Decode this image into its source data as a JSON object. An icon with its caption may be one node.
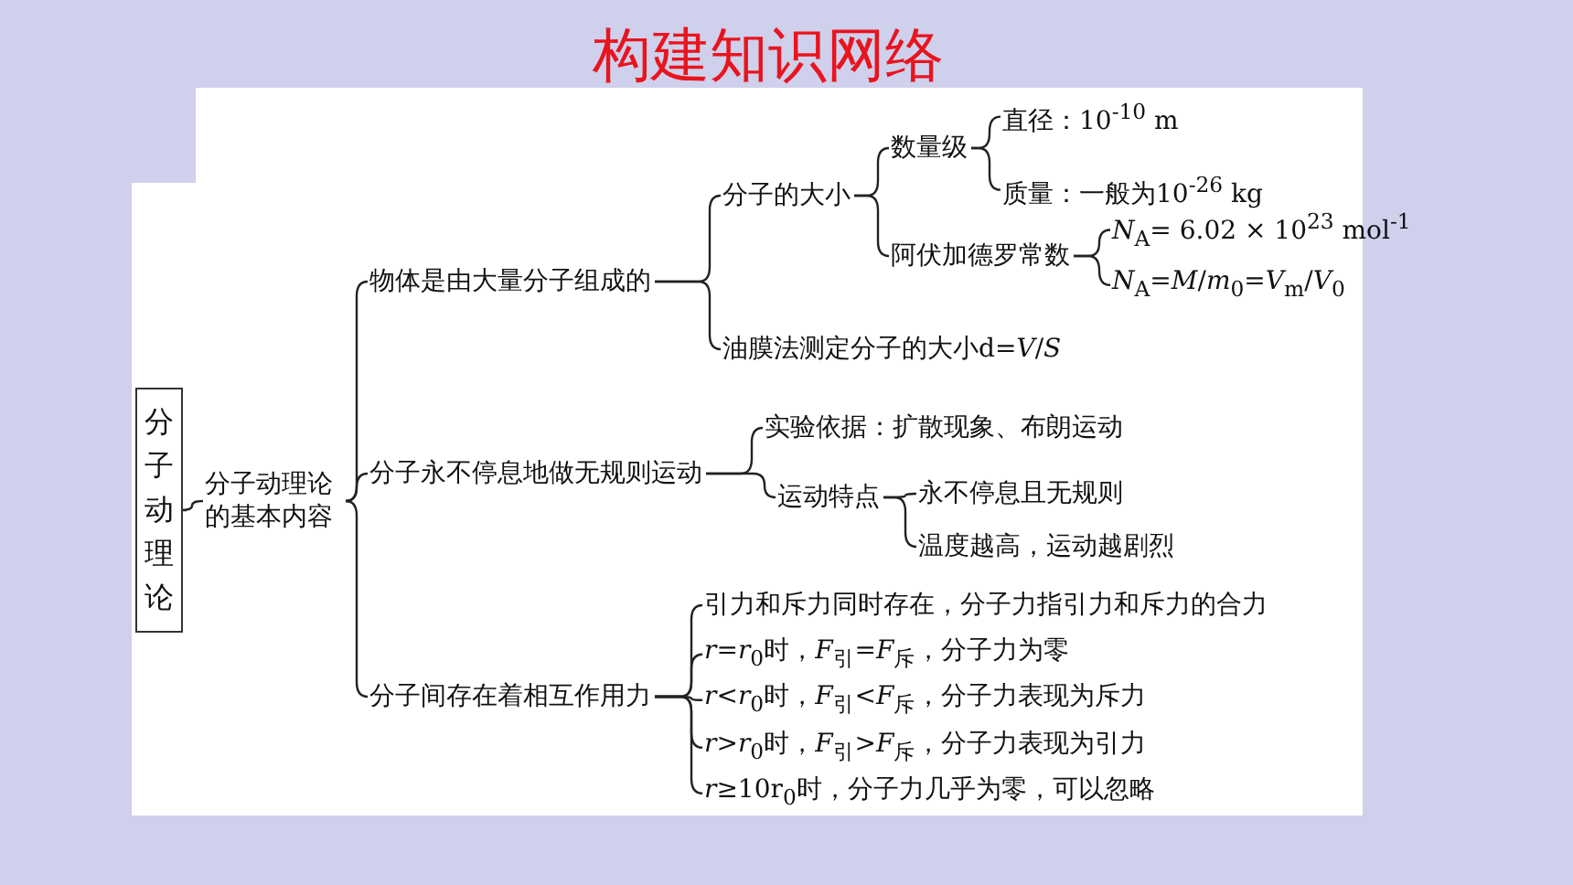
{
  "diagram": {
    "title": "构建知识网络",
    "nodes": [
      {
        "text": [
          "分子动理论"
        ]
      },
      {
        "text": [
          "分子动理论的基本内容"
        ]
      },
      {
        "text": [
          "物体是由大量分子组成的"
        ]
      },
      {
        "text": [
          "分子的大小"
        ]
      },
      {
        "text": [
          "数量级"
        ]
      },
      {
        "text": [
          "直径：10$^{-10}$ m"
        ]
      },
      {
        "text": [
          "质量：一般为10$^{-26}$ kg"
        ]
      },
      {
        "text": [
          "阿伏加德罗常数"
        ]
      },
      {
        "text": [
          "*N*$_{A}$= 6.02 × 10$^{23}$ mol$^{-1}$"
        ]
      },
      {
        "text": [
          "*N*$_{A}$=*M*/*m*$_{0}$=*V*$_{m}$/*V*$_{0}$"
        ]
      },
      {
        "text": [
          "油膜法测定分子的大小d=*V*/*S*"
        ]
      },
      {
        "text": [
          "分子永不停息地做无规则运动"
        ]
      },
      {
        "text": [
          "实验依据：扩散现象、布朗运动"
        ]
      },
      {
        "text": [
          "运动特点"
        ]
      },
      {
        "text": [
          "永不停息且无规则"
        ]
      },
      {
        "text": [
          "温度越高，运动越剧烈"
        ]
      },
      {
        "text": [
          "分子间存在着相互作用力"
        ]
      },
      {
        "text": [
          "引力和斥力同时存在，分子力指引力和斥力的合力"
        ]
      },
      {
        "text": [
          "*r*=*r*$_{0}$时，*F*$_{引}$=*F*$_{斥}$，分子力为零"
        ]
      },
      {
        "text": [
          "*r*<*r*$_{0}$时，*F*$_{引}$<*F*$_{斥}$，分子力表现为斥力"
        ]
      },
      {
        "text": [
          "*r*>*r*$_{0}$时，*F*$_{引}$>*F*$_{斥}$，分子力表现为引力"
        ]
      },
      {
        "text": [
          "*r*≥10r$_{0}$时，分子力几乎为零，可以忽略"
        ]
      }
    ],
    "edges": [
      {
        "from": 0,
        "to": 1,
        "arrow": "none"
      },
      {
        "from": 1,
        "to": 2,
        "arrow": "none"
      },
      {
        "from": 1,
        "to": 11,
        "arrow": "none"
      },
      {
        "from": 1,
        "to": 16,
        "arrow": "none"
      },
      {
        "from": 2,
        "to": 3,
        "arrow": "none"
      },
      {
        "from": 2,
        "to": 10,
        "arrow": "none"
      },
      {
        "from": 3,
        "to": 4,
        "arrow": "none"
      },
      {
        "from": 3,
        "to": 7,
        "arrow": "none"
      },
      {
        "from": 4,
        "to": 5,
        "arrow": "none"
      },
      {
        "from": 4,
        "to": 6,
        "arrow": "none"
      },
      {
        "from": 7,
        "to": 8,
        "arrow": "none"
      },
      {
        "from": 7,
        "to": 9,
        "arrow": "none"
      },
      {
        "from": 11,
        "to": 12,
        "arrow": "none"
      },
      {
        "from": 11,
        "to": 13,
        "arrow": "none"
      },
      {
        "from": 13,
        "to": 14,
        "arrow": "none"
      },
      {
        "from": 13,
        "to": 15,
        "arrow": "none"
      },
      {
        "from": 16,
        "to": 17,
        "arrow": "none"
      },
      {
        "from": 16,
        "to": 18,
        "arrow": "none"
      },
      {
        "from": 16,
        "to": 19,
        "arrow": "none"
      },
      {
        "from": 16,
        "to": 20,
        "arrow": "none"
      },
      {
        "from": 16,
        "to": 21,
        "arrow": "none"
      }
    ]
  }
}
